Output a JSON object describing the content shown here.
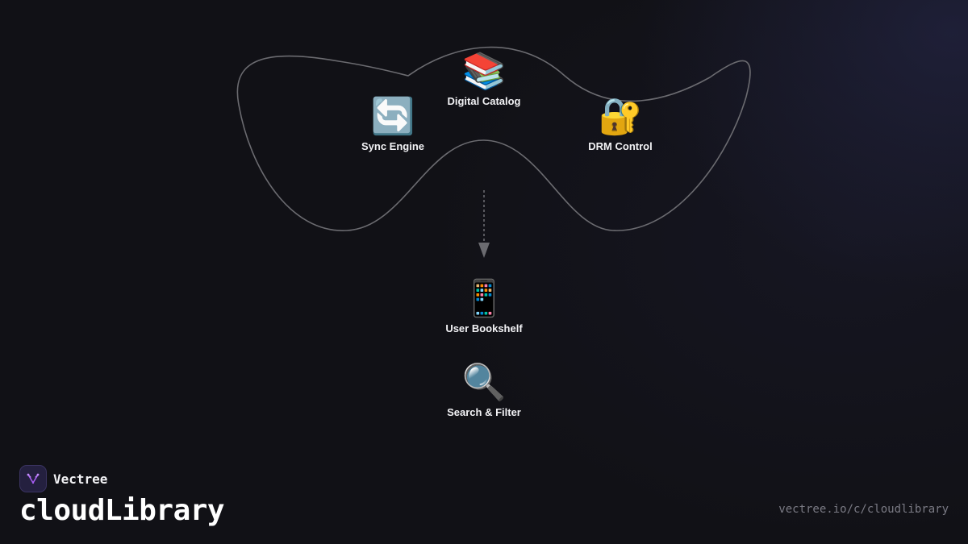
{
  "nodes": {
    "digital_catalog": {
      "label": "Digital Catalog",
      "icon": "books-icon",
      "glyph": "📚"
    },
    "sync_engine": {
      "label": "Sync Engine",
      "icon": "sync-arrows-icon",
      "glyph": "🔄"
    },
    "drm_control": {
      "label": "DRM Control",
      "icon": "lock-with-key-icon",
      "glyph": "🔐"
    },
    "user_bookshelf": {
      "label": "User Bookshelf",
      "icon": "mobile-phone-icon",
      "glyph": "📱"
    },
    "search_filter": {
      "label": "Search & Filter",
      "icon": "magnifying-glass-icon",
      "glyph": "🔍"
    }
  },
  "brand": {
    "name": "Vectree",
    "logo_icon": "vectree-logo-icon",
    "accent_color": "#a65cf0"
  },
  "product": {
    "title": "cloudLibrary"
  },
  "footer": {
    "url": "vectree.io/c/cloudlibrary"
  },
  "colors": {
    "background": "#111116",
    "connector": "#6b6b70",
    "text": "#f2f2f5",
    "muted": "#7a7a84"
  }
}
